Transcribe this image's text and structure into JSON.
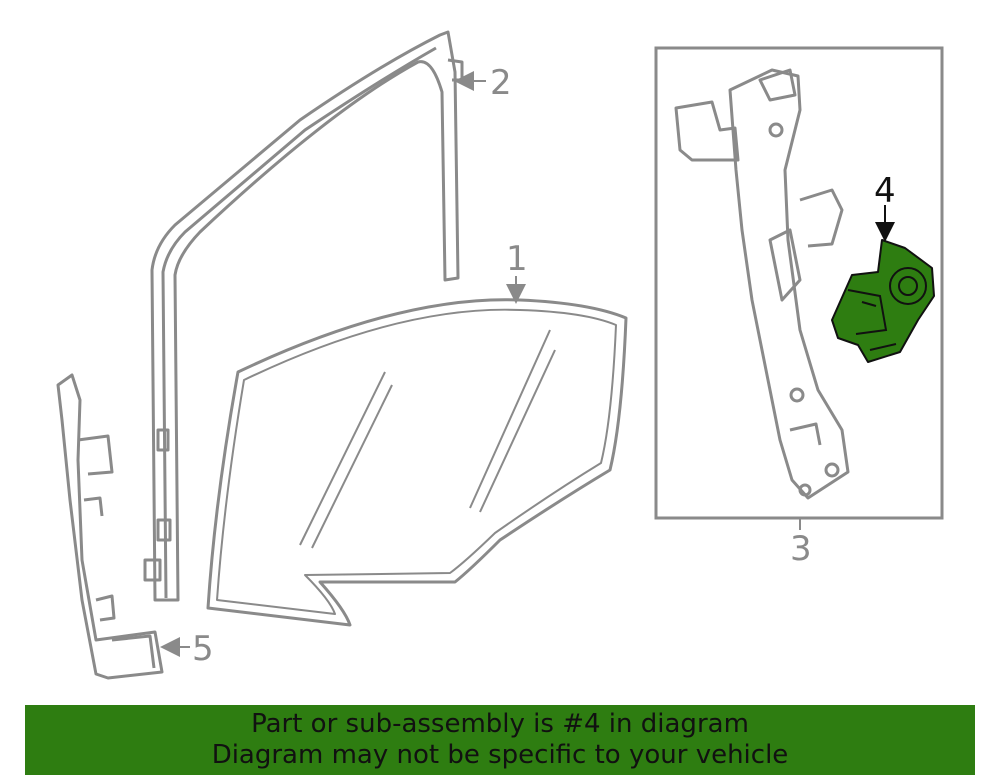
{
  "callouts": {
    "c1": "1",
    "c2": "2",
    "c3": "3",
    "c4": "4",
    "c5": "5"
  },
  "banner": {
    "line1": "Part or sub-assembly is #4 in diagram",
    "line2": "Diagram may not be specific to your vehicle"
  },
  "colors": {
    "highlight": "#2e7d11",
    "line": "#8a8a8a",
    "text": "#111111"
  }
}
